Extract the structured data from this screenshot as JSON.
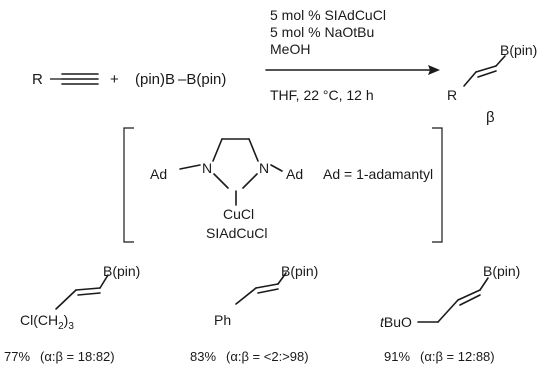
{
  "reaction": {
    "reactant_r": "R",
    "plus": "+",
    "reagent": "(pin)B –B(pin)",
    "conditions_above": [
      "5 mol % SIAdCuCl",
      "5 mol % NaOtBu",
      "MeOH"
    ],
    "conditions_below": "THF, 22 °C, 12 h",
    "product_r": "R",
    "product_boron": "B(pin)",
    "product_position": "β"
  },
  "catalyst": {
    "ad_left": "Ad",
    "n_left": "N",
    "n_right": "N",
    "ad_right": "Ad",
    "cucl": "CuCl",
    "name": "SIAdCuCl",
    "definition": "Ad = 1-adamantyl"
  },
  "examples": [
    {
      "substituent": "Cl(CH2)3",
      "boron": "B(pin)",
      "yield": "77%",
      "selectivity": "(α:β = 18:82)"
    },
    {
      "substituent": "Ph",
      "boron": "B(pin)",
      "yield": "83%",
      "selectivity": "(α:β = <2:>98)"
    },
    {
      "substituent": "tBuO",
      "boron": "B(pin)",
      "yield": "91%",
      "selectivity": "(α:β = 12:88)"
    }
  ]
}
